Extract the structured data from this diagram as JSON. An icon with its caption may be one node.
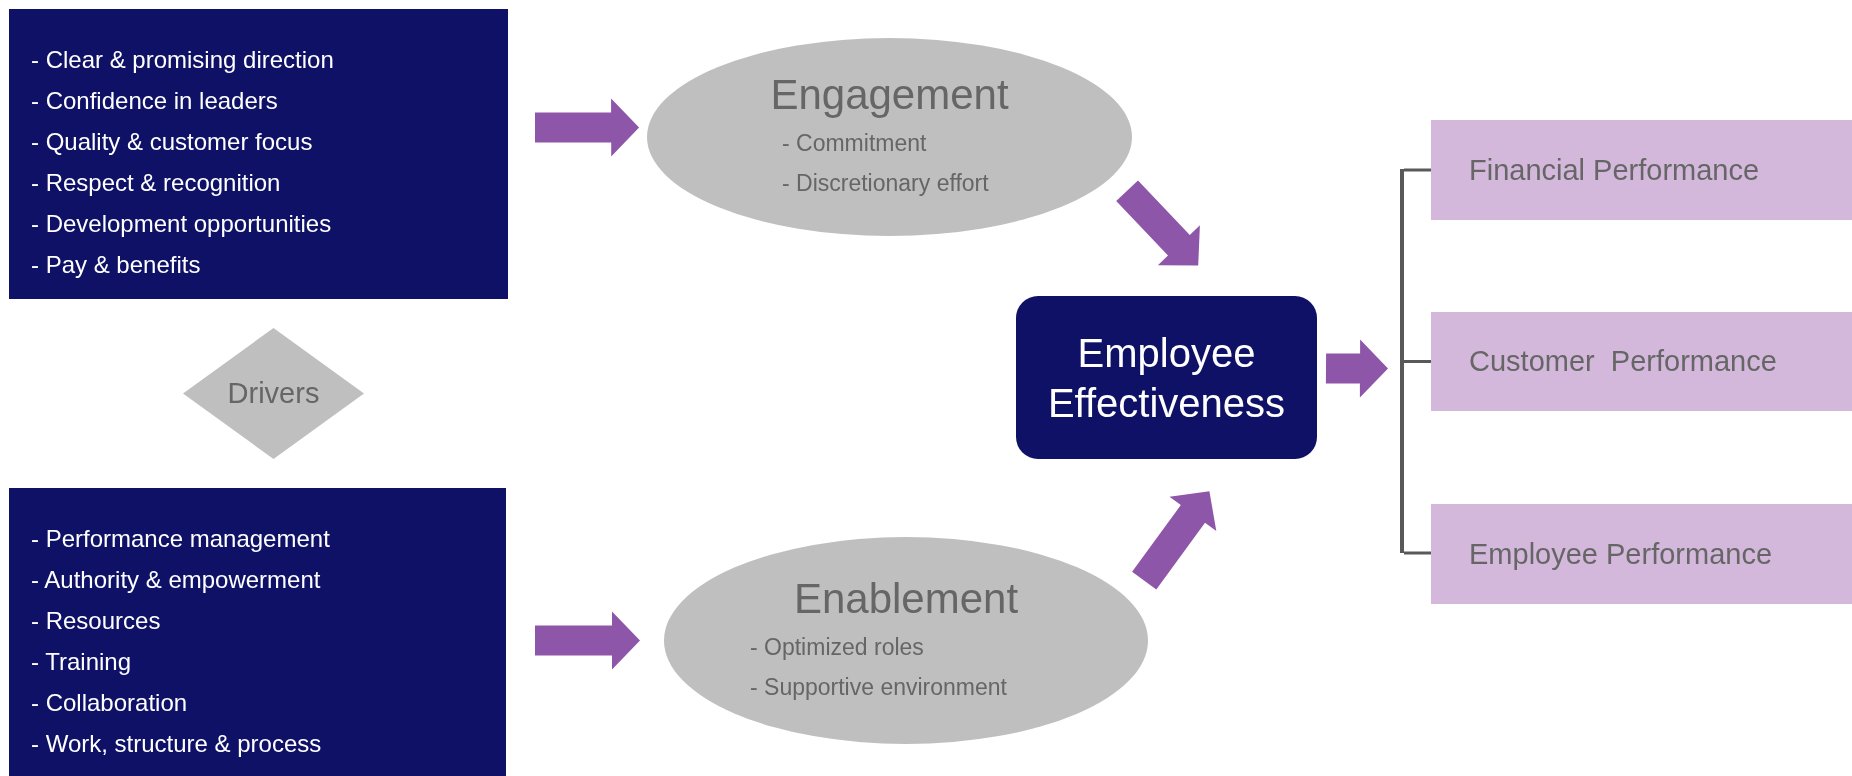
{
  "diagram": {
    "nodes": [
      {
        "text": [
          "- Clear & promising direction",
          "- Confidence in leaders",
          "- Quality & customer focus",
          "- Respect & recognition",
          "- Development opportunities",
          "- Pay & benefits"
        ]
      },
      {
        "text": [
          "Drivers"
        ]
      },
      {
        "text": [
          "- Performance management",
          "- Authority & empowerment",
          "- Resources",
          "- Training",
          "- Collaboration",
          "- Work, structure & process"
        ]
      },
      {
        "text": [
          "Engagement",
          "- Commitment",
          "- Discretionary effort"
        ]
      },
      {
        "text": [
          "Enablement",
          "- Optimized roles",
          "- Supportive environment"
        ]
      },
      {
        "text": [
          "Employee Effectiveness"
        ]
      },
      {
        "text": [
          "Financial Performance"
        ]
      },
      {
        "text": [
          "Customer  Performance"
        ]
      },
      {
        "text": [
          "Employee Performance"
        ]
      },
      {
        "text": [],
        "shape": "bar"
      }
    ],
    "edges": [
      {
        "from": 0,
        "to": 3,
        "arrow": "to"
      },
      {
        "from": 2,
        "to": 4,
        "arrow": "to"
      },
      {
        "from": 3,
        "to": 5,
        "arrow": "to"
      },
      {
        "from": 4,
        "to": 5,
        "arrow": "to"
      },
      {
        "from": 5,
        "to": 9,
        "arrow": "to"
      },
      {
        "from": 9,
        "to": 6,
        "arrow": "none"
      },
      {
        "from": 9,
        "to": 7,
        "arrow": "none"
      },
      {
        "from": 9,
        "to": 8,
        "arrow": "none"
      }
    ]
  }
}
